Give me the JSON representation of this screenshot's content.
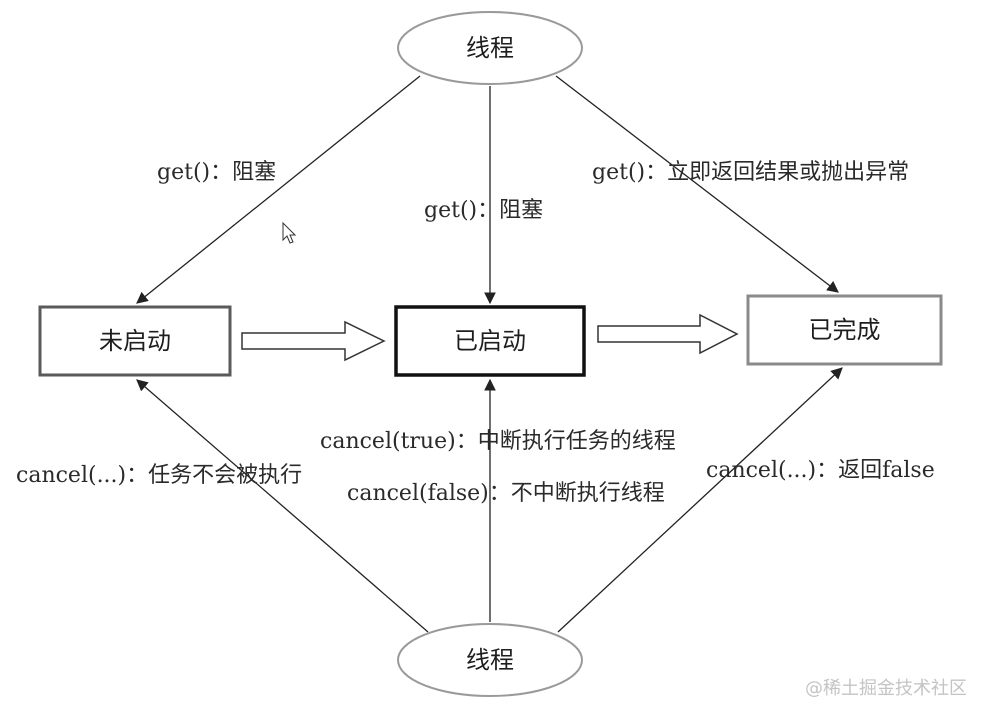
{
  "nodes": {
    "thread_top": "线程",
    "thread_bottom": "线程",
    "not_started": "未启动",
    "started": "已启动",
    "completed": "已完成"
  },
  "edges": {
    "get_not_started": "get()：阻塞",
    "get_started": "get()：阻塞",
    "get_completed": "get()：立即返回结果或抛出异常",
    "cancel_not_started": "cancel(...)：任务不会被执行",
    "cancel_true_started": "cancel(true)：中断执行任务的线程",
    "cancel_false_started": "cancel(false)：不中断执行线程",
    "cancel_completed": "cancel(...)：返回false"
  },
  "watermark": "@稀土掘金技术社区"
}
